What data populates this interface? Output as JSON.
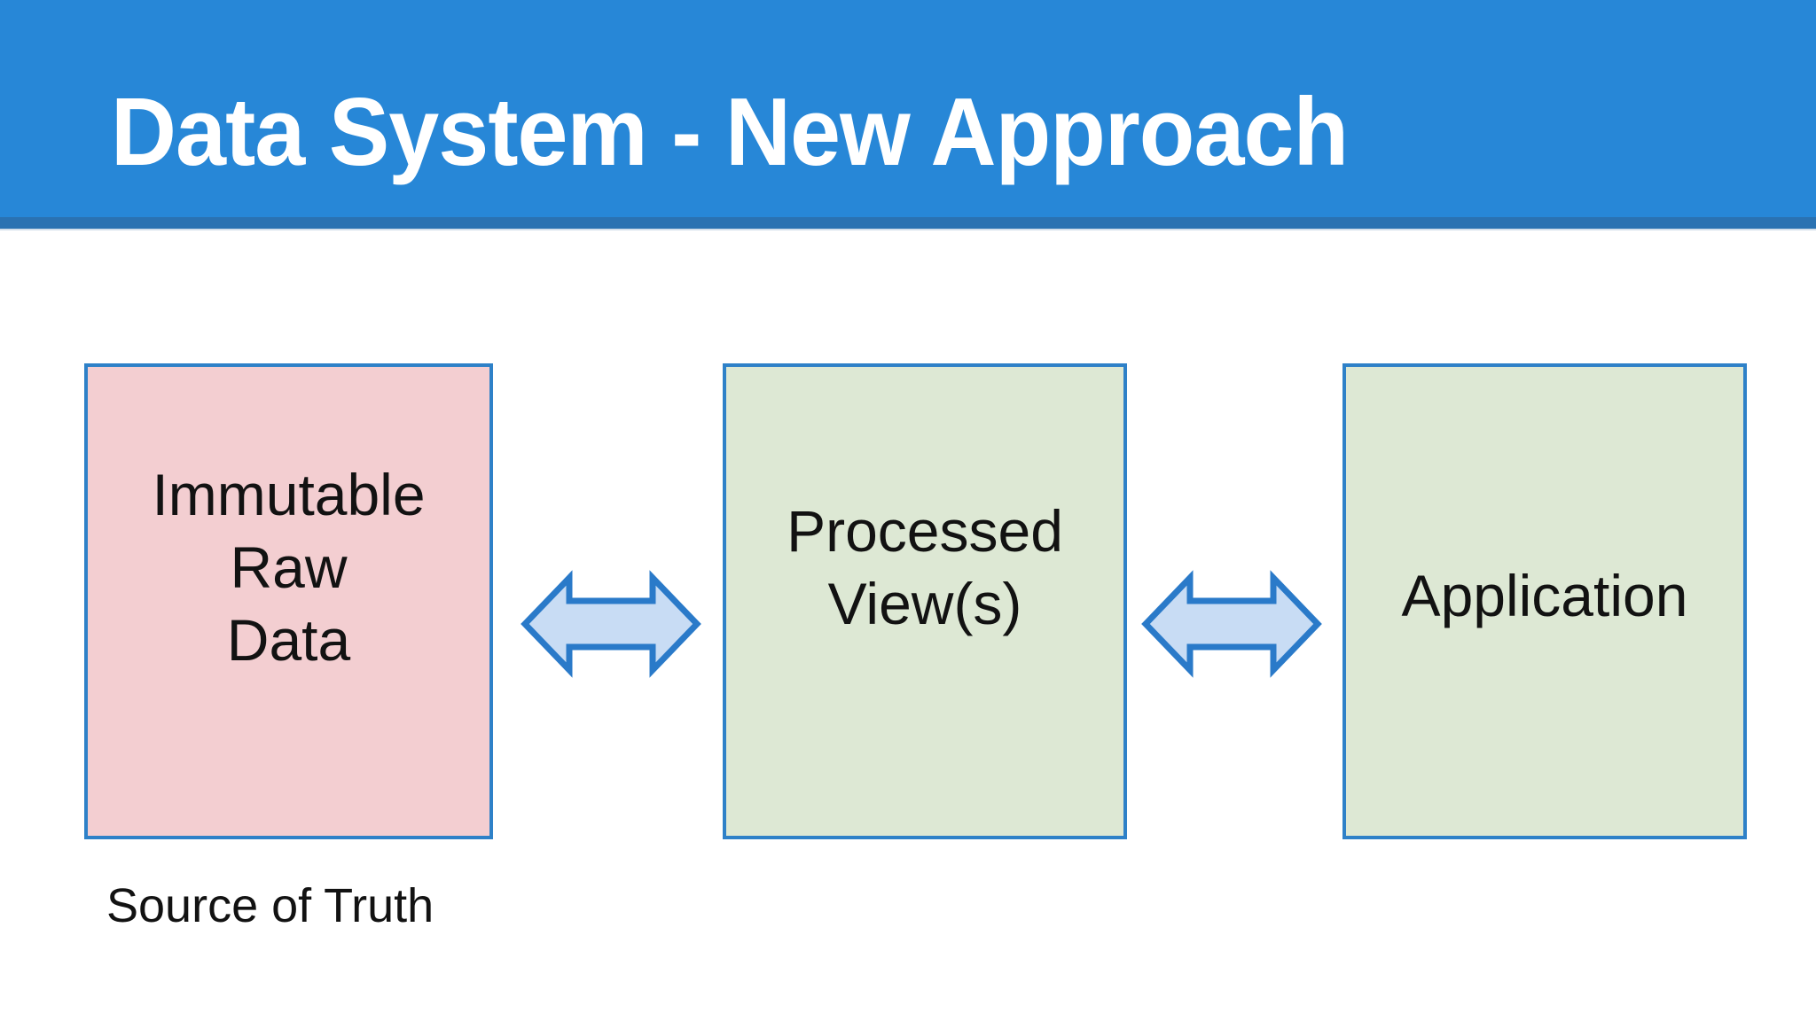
{
  "slide": {
    "title": "Data System - New Approach",
    "caption": "Source of Truth"
  },
  "nodes": [
    {
      "id": "immutable-raw-data",
      "label": "Immutable\nRaw\nData",
      "fill": "#f3ced1"
    },
    {
      "id": "processed-views",
      "label": "Processed\nView(s)",
      "fill": "#dde8d4"
    },
    {
      "id": "application",
      "label": "Application",
      "fill": "#dde8d4"
    }
  ],
  "connectors": [
    {
      "style": "double-headed-arrow",
      "between": [
        "Immutable Raw Data",
        "Processed View(s)"
      ]
    },
    {
      "style": "double-headed-arrow",
      "between": [
        "Processed View(s)",
        "Application"
      ]
    }
  ],
  "colors": {
    "header_bg": "#2787d7",
    "header_strip": "#2a72b2",
    "title_text": "#ffffff",
    "node_border": "#2e81c8",
    "node_pink_fill": "#f3ced1",
    "node_green_fill": "#dde8d4",
    "arrow_fill": "#c8dcf4",
    "arrow_stroke": "#2a7ac9",
    "body_text": "#121212",
    "background": "#ffffff"
  }
}
